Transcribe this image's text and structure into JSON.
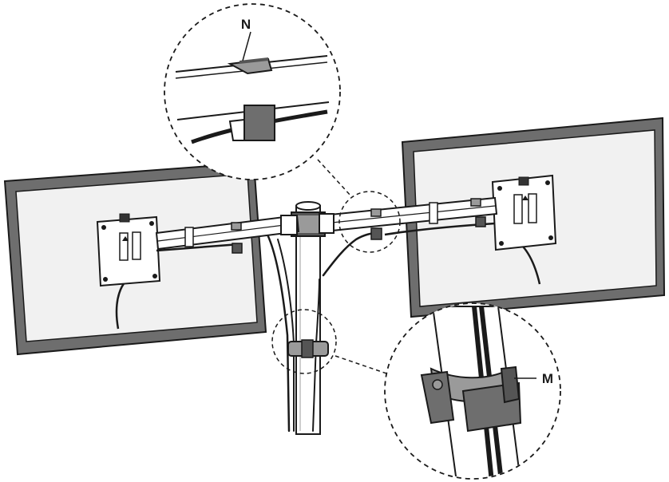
{
  "diagram": {
    "callouts": [
      {
        "id": "N",
        "label": "N",
        "part": "cable-clip"
      },
      {
        "id": "M",
        "label": "M",
        "part": "pole-cable-clamp"
      }
    ],
    "colors": {
      "line": "#1a1a1a",
      "screen": "#f1f1f1",
      "frame": "#6e6e6e",
      "metal_dark": "#555555",
      "metal_light": "#9a9a9a"
    }
  }
}
